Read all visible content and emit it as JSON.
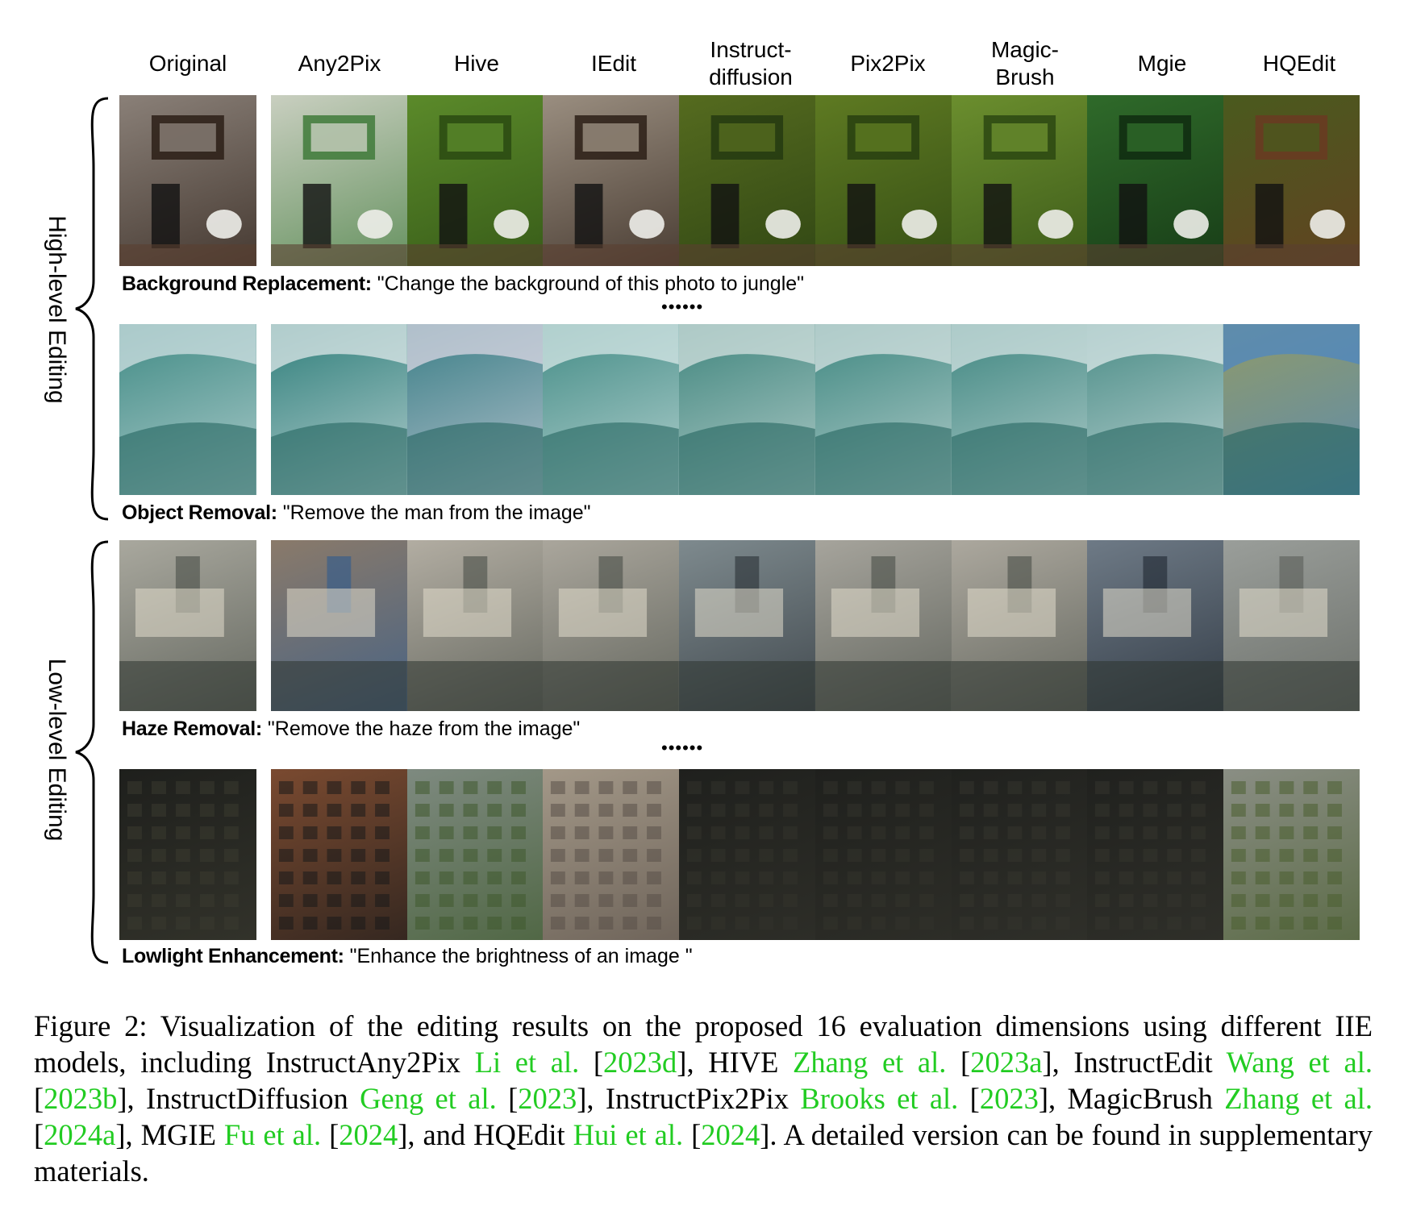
{
  "figure": {
    "columns": [
      "Original",
      "Any2Pix",
      "Hive",
      "IEdit",
      "Instruct-\ndiffusion",
      "Pix2Pix",
      "Magic-\nBrush",
      "Mgie",
      "HQEdit"
    ],
    "groups": [
      {
        "label": "High-level Editing"
      },
      {
        "label": "Low-level Editing"
      }
    ],
    "rows": [
      {
        "caption_label": "Background Replacement:",
        "caption_text": " \"Change the background of this photo to jungle\"",
        "tiles": [
          {
            "bg": "#8a8078",
            "accent": "#2b1e16"
          },
          {
            "bg": "#c9cfc0",
            "accent": "#3f7a3a"
          },
          {
            "bg": "#5b8a2a",
            "accent": "#2a4a12"
          },
          {
            "bg": "#9a8e80",
            "accent": "#2b1e16"
          },
          {
            "bg": "#556b1f",
            "accent": "#243a10"
          },
          {
            "bg": "#5e7a22",
            "accent": "#283f10"
          },
          {
            "bg": "#6b8e2e",
            "accent": "#2c4812"
          },
          {
            "bg": "#2f6a2a",
            "accent": "#0f2c10"
          },
          {
            "bg": "#4a5a1e",
            "accent": "#6a3a22"
          }
        ]
      },
      {
        "caption_label": "Object Removal:",
        "caption_text": " \"Remove the man from the image\"",
        "tiles": [
          {
            "bg": "#3f8a84",
            "accent": "#d9e6e8"
          },
          {
            "bg": "#2e7e7a",
            "accent": "#e8eef0"
          },
          {
            "bg": "#3a7e86",
            "accent": "#e3dce8"
          },
          {
            "bg": "#438c86",
            "accent": "#e0ecec"
          },
          {
            "bg": "#3f857d",
            "accent": "#dde7e6"
          },
          {
            "bg": "#3e8780",
            "accent": "#dfe8e8"
          },
          {
            "bg": "#3e8680",
            "accent": "#dde8e8"
          },
          {
            "bg": "#4a8c86",
            "accent": "#e6eef0"
          },
          {
            "bg": "#8f9a6a",
            "accent": "#4a86c8"
          }
        ]
      },
      {
        "caption_label": "Haze Removal:",
        "caption_text": " \"Remove the haze from the image\"",
        "tiles": [
          {
            "bg": "#a9a89e",
            "accent": "#4a4f48"
          },
          {
            "bg": "#8a7a6a",
            "accent": "#2e5a8e"
          },
          {
            "bg": "#b2ada2",
            "accent": "#4a4f48"
          },
          {
            "bg": "#aaa69c",
            "accent": "#4a4f48"
          },
          {
            "bg": "#7e8a8e",
            "accent": "#2a3036"
          },
          {
            "bg": "#a6a49c",
            "accent": "#4a4f48"
          },
          {
            "bg": "#aca89e",
            "accent": "#4a4f48"
          },
          {
            "bg": "#6e7a86",
            "accent": "#1e2630"
          },
          {
            "bg": "#9a9e9a",
            "accent": "#5a5e58"
          }
        ]
      },
      {
        "caption_label": "Lowlight Enhancement:",
        "caption_text": "  \"Enhance the brightness of an image \"",
        "tiles": [
          {
            "bg": "#1e1f1c",
            "accent": "#3a3a30"
          },
          {
            "bg": "#7a4a30",
            "accent": "#1a1a1a"
          },
          {
            "bg": "#7e8a80",
            "accent": "#3f5a2e"
          },
          {
            "bg": "#a39888",
            "accent": "#5a5048"
          },
          {
            "bg": "#1f201d",
            "accent": "#33332c"
          },
          {
            "bg": "#1f201d",
            "accent": "#33332c"
          },
          {
            "bg": "#20211e",
            "accent": "#35352e"
          },
          {
            "bg": "#20211e",
            "accent": "#35352e"
          },
          {
            "bg": "#8a8e84",
            "accent": "#4a5e30"
          }
        ]
      }
    ],
    "ellipsis": "••••••"
  },
  "caption": {
    "segments": [
      {
        "t": "Figure 2:  Visualization of the editing results on the proposed 16 evaluation dimensions using different IIE models, including InstructAny2Pix ",
        "c": false
      },
      {
        "t": "Li et al.",
        "c": true
      },
      {
        "t": " [",
        "c": false
      },
      {
        "t": "2023d",
        "c": true
      },
      {
        "t": "], HIVE ",
        "c": false
      },
      {
        "t": "Zhang et al.",
        "c": true
      },
      {
        "t": " [",
        "c": false
      },
      {
        "t": "2023a",
        "c": true
      },
      {
        "t": "], InstructEdit ",
        "c": false
      },
      {
        "t": "Wang et al.",
        "c": true
      },
      {
        "t": " [",
        "c": false
      },
      {
        "t": "2023b",
        "c": true
      },
      {
        "t": "], InstructDiffusion ",
        "c": false
      },
      {
        "t": "Geng et al.",
        "c": true
      },
      {
        "t": " [",
        "c": false
      },
      {
        "t": "2023",
        "c": true
      },
      {
        "t": "], InstructPix2Pix ",
        "c": false
      },
      {
        "t": "Brooks et al.",
        "c": true
      },
      {
        "t": " [",
        "c": false
      },
      {
        "t": "2023",
        "c": true
      },
      {
        "t": "], MagicBrush ",
        "c": false
      },
      {
        "t": "Zhang et al.",
        "c": true
      },
      {
        "t": " [",
        "c": false
      },
      {
        "t": "2024a",
        "c": true
      },
      {
        "t": "], MGIE ",
        "c": false
      },
      {
        "t": "Fu et al.",
        "c": true
      },
      {
        "t": " [",
        "c": false
      },
      {
        "t": "2024",
        "c": true
      },
      {
        "t": "], and HQEdit ",
        "c": false
      },
      {
        "t": "Hui et al.",
        "c": true
      },
      {
        "t": " [",
        "c": false
      },
      {
        "t": "2024",
        "c": true
      },
      {
        "t": "]. A detailed version can be found in supplementary materials.",
        "c": false
      }
    ]
  },
  "colors": {
    "citation": "#22cc22"
  }
}
